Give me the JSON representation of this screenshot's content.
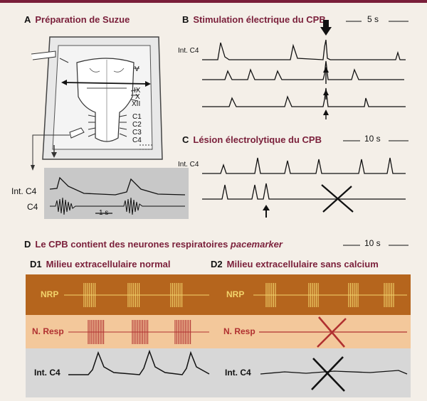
{
  "panel_a": {
    "letter": "A",
    "title": "Préparation de Suzue",
    "nerve_labels": [
      "V",
      "IX",
      "X",
      "XII",
      "C1",
      "C2",
      "C3",
      "C4"
    ],
    "trace_labels": [
      "Int. C4",
      "C4"
    ],
    "scale": "1 s"
  },
  "panel_b": {
    "letter": "B",
    "title": "Stimulation électrique du CPB",
    "scale": "5 s",
    "trace_label": "Int. C4"
  },
  "panel_c": {
    "letter": "C",
    "title": "Lésion électrolytique du CPB",
    "scale": "10 s",
    "trace_label": "Int. C4"
  },
  "panel_d": {
    "letter": "D",
    "title_main": "Le CPB contient des neurones respiratoires ",
    "title_italic": "pacemarker",
    "scale": "10 s",
    "d1": {
      "letter": "D1",
      "title": "Milieu extracellulaire normal"
    },
    "d2": {
      "letter": "D2",
      "title": "Milieu extracellulaire sans calcium"
    },
    "rows": [
      "NRP",
      "N. Resp",
      "Int. C4"
    ]
  },
  "colors": {
    "title": "#7a1f3a",
    "band_nrp": "#b5651d",
    "band_resp": "#f3c89b",
    "band_c4": "#d7d7d7",
    "nrp_spike": "#f2d36b",
    "resp_spike": "#b03030"
  }
}
